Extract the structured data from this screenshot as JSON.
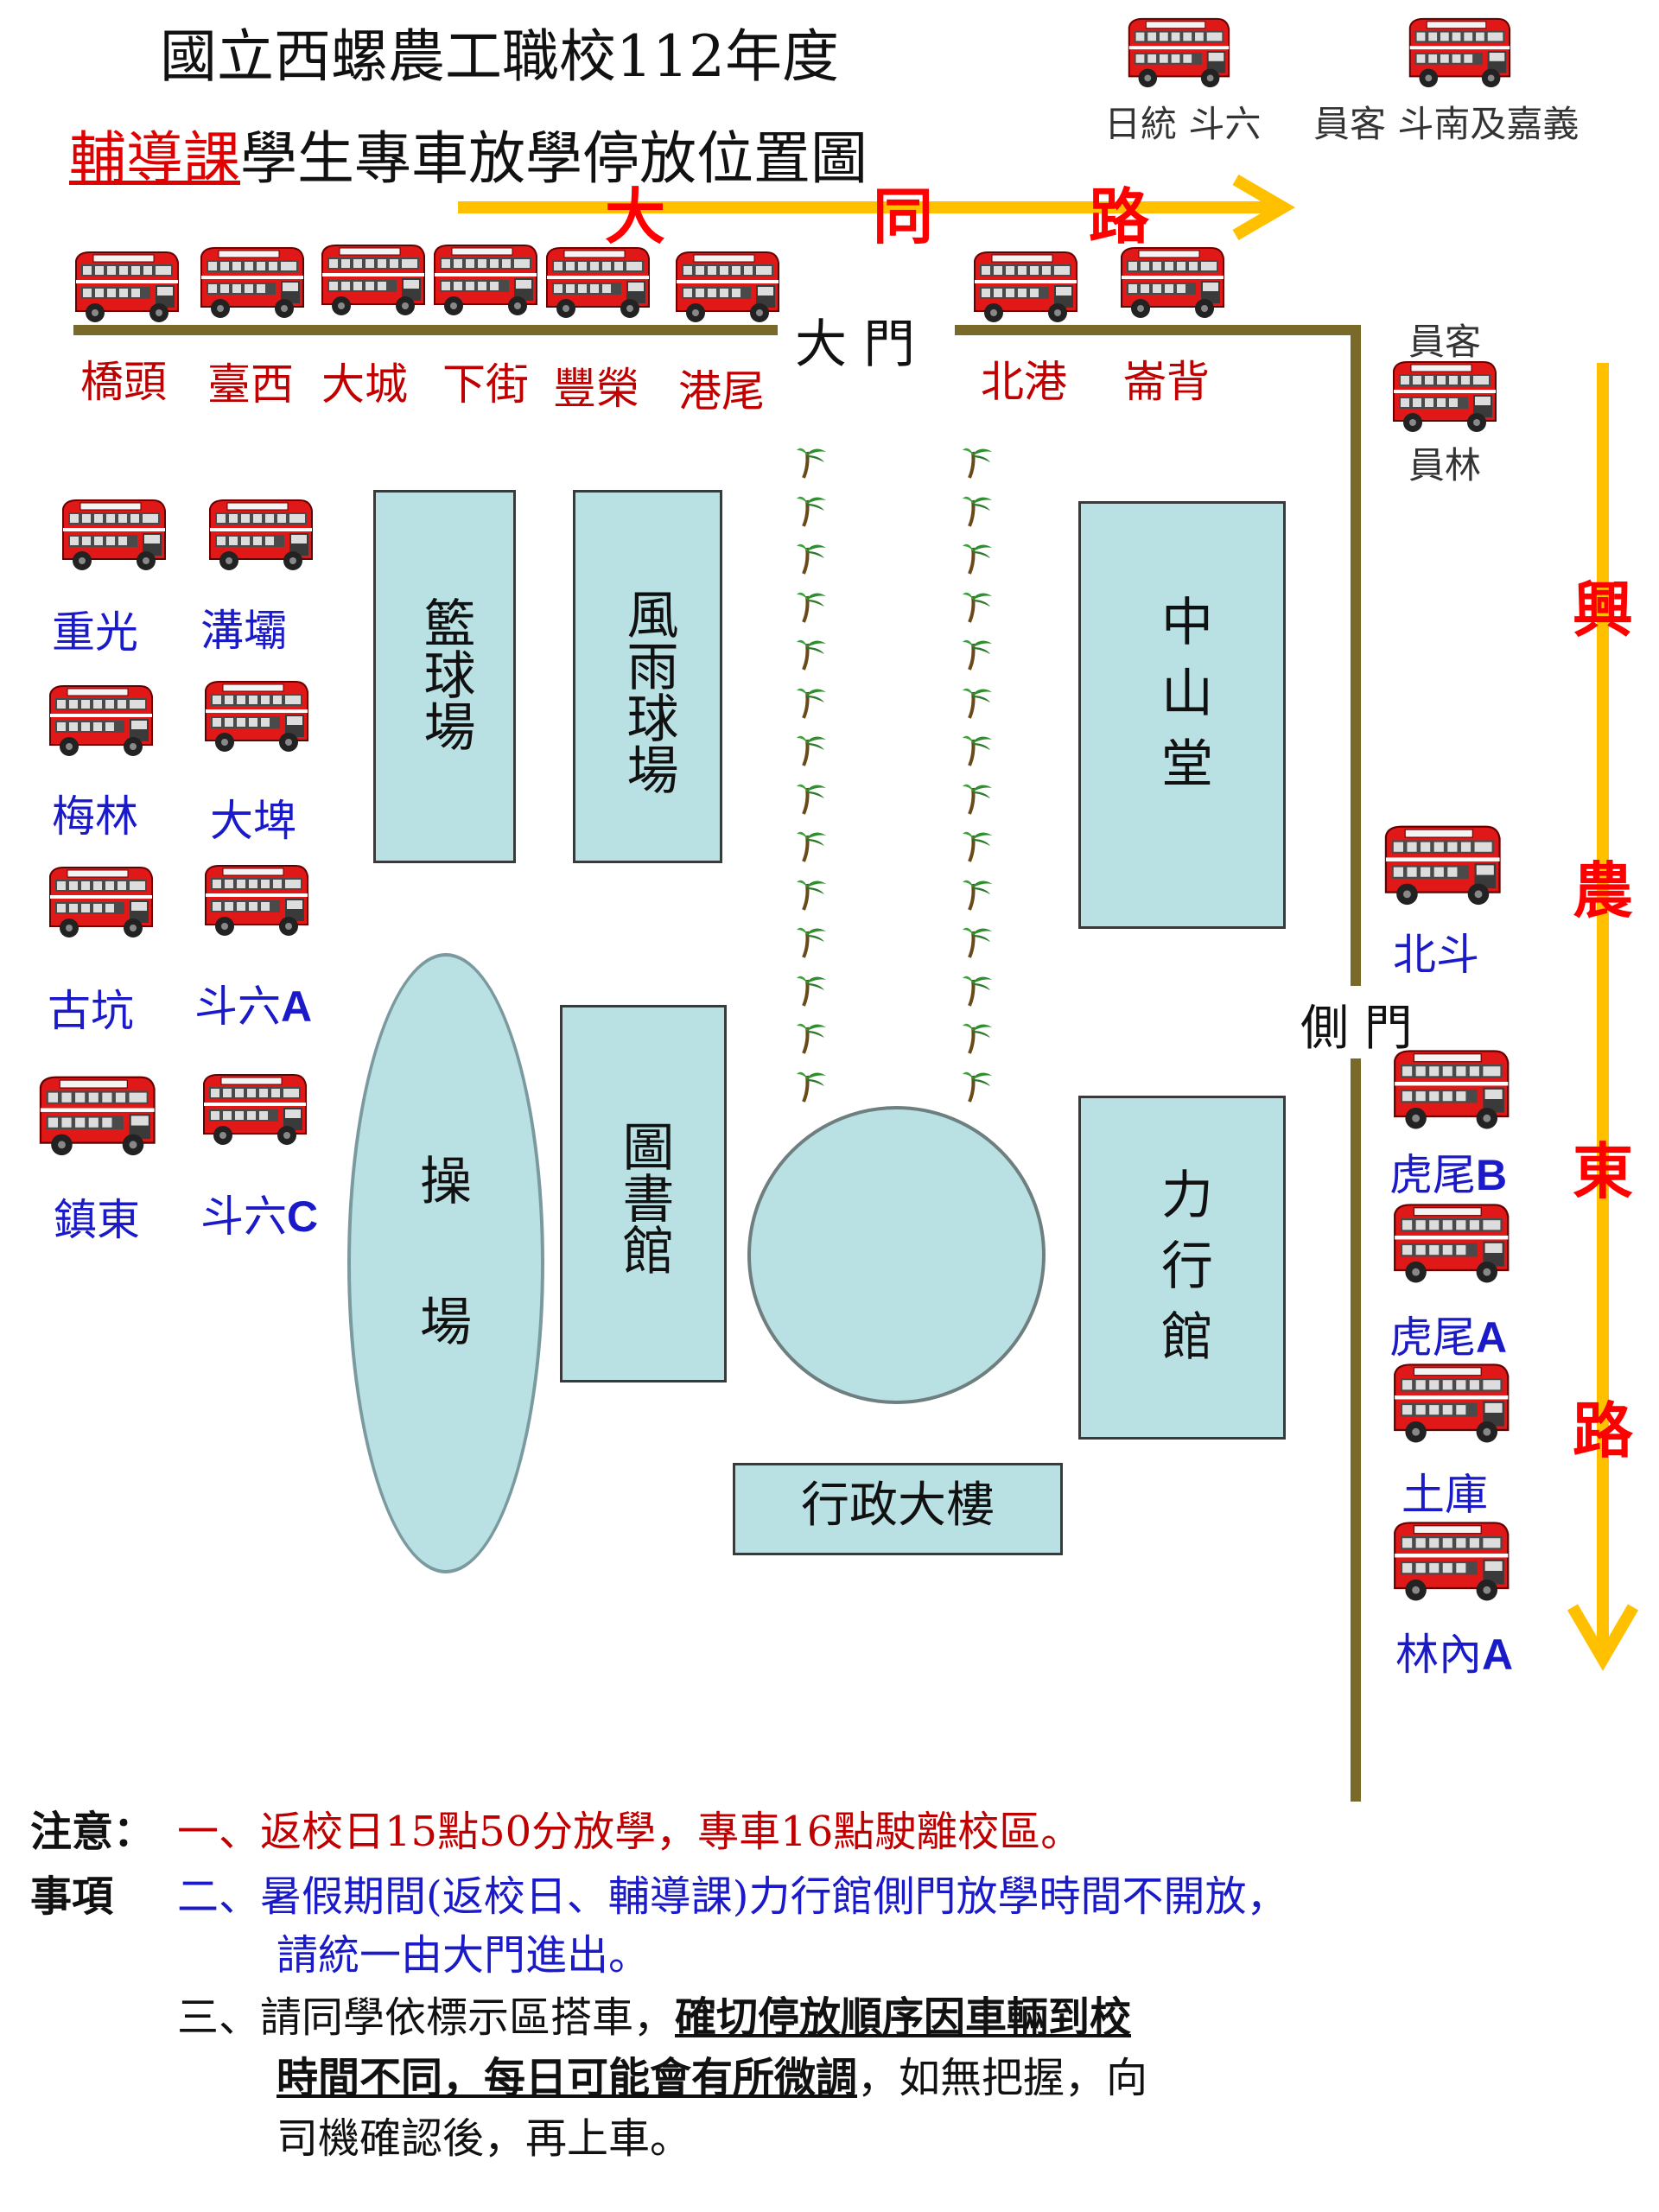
{
  "title": {
    "line1": "國立西螺農工職校112年度",
    "line2_red": "輔導課",
    "line2_rest": "學生專車放學停放位置圖"
  },
  "legend_buses": [
    {
      "label": "日統 斗六"
    },
    {
      "label": "員客 斗南及嘉義"
    }
  ],
  "roads": {
    "north": [
      "大",
      "同",
      "路"
    ],
    "east": [
      "興",
      "農",
      "東",
      "路"
    ]
  },
  "gates": {
    "main": "大 門",
    "side": "側 門"
  },
  "north_stops": [
    "橋頭",
    "臺西",
    "大城",
    "下街",
    "豐榮",
    "港尾",
    "北港",
    "崙背"
  ],
  "yuanke": {
    "top": "員客",
    "bottom": "員林"
  },
  "west_stops": [
    {
      "name": "重光",
      "suffix": ""
    },
    {
      "name": "溝壩",
      "suffix": ""
    },
    {
      "name": "梅林",
      "suffix": ""
    },
    {
      "name": "大埤",
      "suffix": ""
    },
    {
      "name": "古坑",
      "suffix": ""
    },
    {
      "name": "斗六",
      "suffix": "A"
    },
    {
      "name": "鎮東",
      "suffix": ""
    },
    {
      "name": "斗六",
      "suffix": "C"
    }
  ],
  "east_stops": [
    {
      "name": "北斗",
      "suffix": ""
    },
    {
      "name": "虎尾",
      "suffix": "B"
    },
    {
      "name": "虎尾",
      "suffix": "A"
    },
    {
      "name": "土庫",
      "suffix": ""
    },
    {
      "name": "林內",
      "suffix": "A"
    }
  ],
  "buildings": {
    "basketball": "籃球場",
    "rain_court": "風雨球場",
    "zhongshan": "中山堂",
    "field": "操場",
    "library": "圖書館",
    "lixing": "力行館",
    "admin": "行政大樓"
  },
  "notes": {
    "label1": "注意：",
    "label2": "事項",
    "item1": "一、返校日15點50分放學，專車16點駛離校區。",
    "item2a": "二、暑假期間(返校日、輔導課)力行館側門放學時間不開放，",
    "item2b": "請統一由大門進出。",
    "item3_pre": "三、請同學依標示區搭車，",
    "item3_u1": "確切停放順序因車輛到校",
    "item3_u2": "時間不同，每日可能會有所微調",
    "item3_post": "，如無把握，向",
    "item3_end": "司機確認後，再上車。"
  },
  "colors": {
    "bus_red": "#e01818",
    "building_fill": "#b9e0e3",
    "arrow_yellow": "#ffc000",
    "wall_olive": "#7a6a2a",
    "note_red": "#c00000",
    "note_blue": "#1a1ac8"
  }
}
